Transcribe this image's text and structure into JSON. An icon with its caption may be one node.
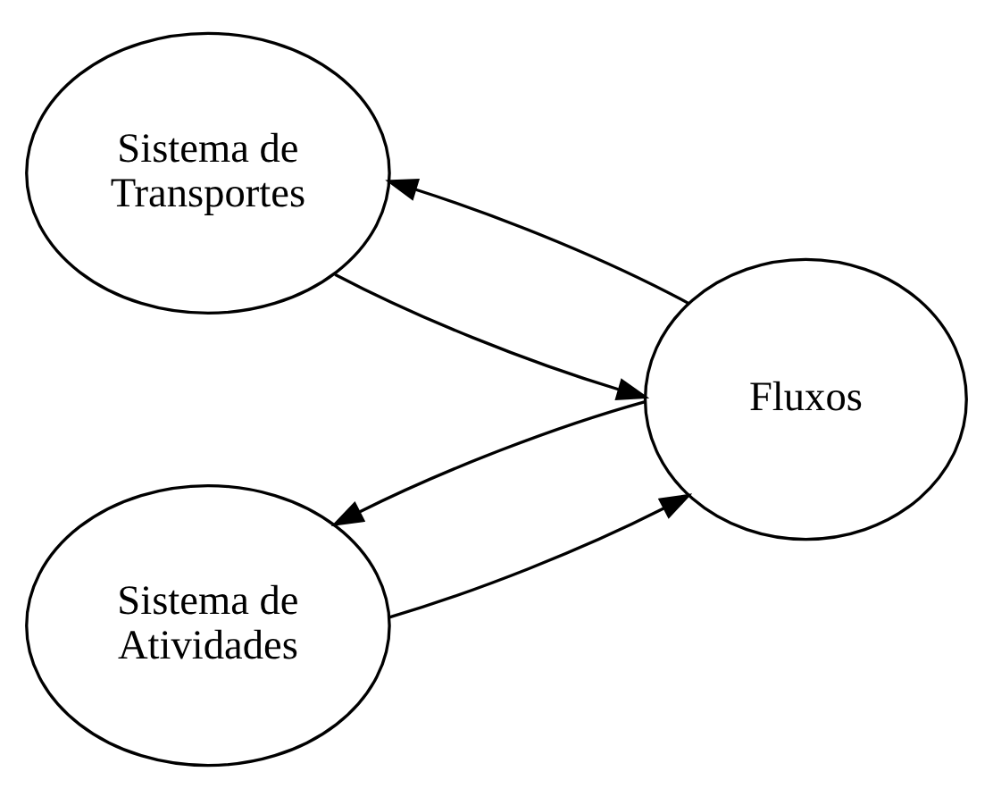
{
  "diagram": {
    "nodes": [
      {
        "text": [
          "Sistema de Transportes"
        ]
      },
      {
        "text": [
          "Fluxos"
        ]
      },
      {
        "text": [
          "Sistema de Atividades"
        ]
      }
    ],
    "edges": [
      {
        "from": 1,
        "to": 0,
        "arrow": "to"
      },
      {
        "from": 0,
        "to": 1,
        "arrow": "to"
      },
      {
        "from": 1,
        "to": 2,
        "arrow": "to"
      },
      {
        "from": 2,
        "to": 1,
        "arrow": "to"
      }
    ]
  }
}
